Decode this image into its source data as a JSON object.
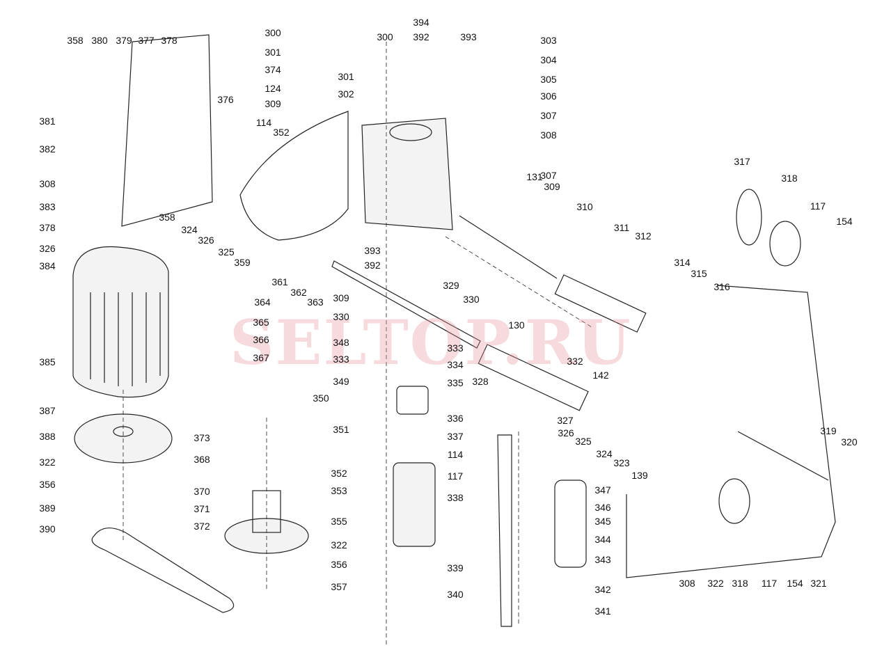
{
  "watermark": "SELTOP.RU",
  "part_labels": [
    "358",
    "380",
    "379",
    "377",
    "378",
    "381",
    "382",
    "308",
    "383",
    "378",
    "326",
    "384",
    "300",
    "300",
    "394",
    "392",
    "393",
    "301",
    "374",
    "124",
    "309",
    "301",
    "302",
    "303",
    "304",
    "305",
    "306",
    "307",
    "308",
    "307",
    "131",
    "309",
    "376",
    "114",
    "352",
    "358",
    "324",
    "326",
    "325",
    "359",
    "361",
    "362",
    "363",
    "393",
    "392",
    "329",
    "330",
    "310",
    "311",
    "312",
    "314",
    "315",
    "316",
    "130",
    "332",
    "142",
    "317",
    "318",
    "117",
    "154",
    "364",
    "365",
    "366",
    "367",
    "385",
    "350",
    "309",
    "330",
    "348",
    "333",
    "333",
    "334",
    "335",
    "328",
    "349",
    "336",
    "337",
    "114",
    "117",
    "351",
    "387",
    "388",
    "322",
    "356",
    "389",
    "390",
    "373",
    "368",
    "370",
    "371",
    "372",
    "352",
    "353",
    "355",
    "322",
    "356",
    "357",
    "338",
    "339",
    "340",
    "342",
    "341",
    "347",
    "346",
    "345",
    "344",
    "343",
    "327",
    "326",
    "325",
    "324",
    "323",
    "139",
    "319",
    "320",
    "308",
    "322",
    "318",
    "117",
    "154",
    "321"
  ]
}
